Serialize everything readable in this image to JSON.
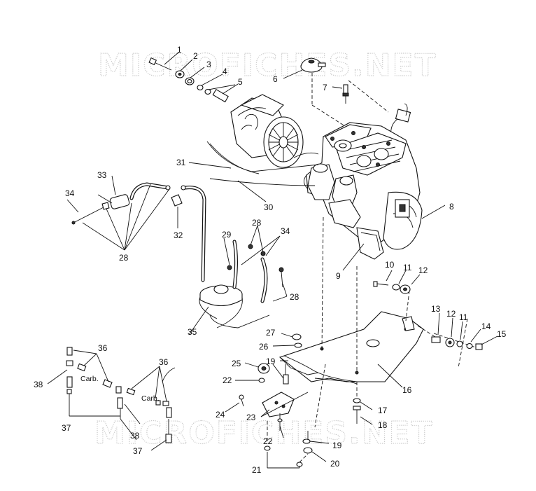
{
  "watermarks": [
    "MICROFICHES.NET",
    "MICROFICHES.NET"
  ],
  "notes": {
    "carb_1": "Carb.",
    "carb_2": "Carb."
  },
  "callouts": [
    {
      "id": "c1",
      "text": "1"
    },
    {
      "id": "c2",
      "text": "2"
    },
    {
      "id": "c3",
      "text": "3"
    },
    {
      "id": "c4",
      "text": "4"
    },
    {
      "id": "c5",
      "text": "5"
    },
    {
      "id": "c6",
      "text": "6"
    },
    {
      "id": "c7",
      "text": "7"
    },
    {
      "id": "c8",
      "text": "8"
    },
    {
      "id": "c9",
      "text": "9"
    },
    {
      "id": "c10",
      "text": "10"
    },
    {
      "id": "c11a",
      "text": "11"
    },
    {
      "id": "c12a",
      "text": "12"
    },
    {
      "id": "c13",
      "text": "13"
    },
    {
      "id": "c12b",
      "text": "12"
    },
    {
      "id": "c11b",
      "text": "11"
    },
    {
      "id": "c14",
      "text": "14"
    },
    {
      "id": "c15",
      "text": "15"
    },
    {
      "id": "c16",
      "text": "16"
    },
    {
      "id": "c17",
      "text": "17"
    },
    {
      "id": "c18",
      "text": "18"
    },
    {
      "id": "c19a",
      "text": "19"
    },
    {
      "id": "c19b",
      "text": "19"
    },
    {
      "id": "c20",
      "text": "20"
    },
    {
      "id": "c21",
      "text": "21"
    },
    {
      "id": "c22a",
      "text": "22"
    },
    {
      "id": "c22b",
      "text": "22"
    },
    {
      "id": "c23",
      "text": "23"
    },
    {
      "id": "c24",
      "text": "24"
    },
    {
      "id": "c25",
      "text": "25"
    },
    {
      "id": "c26",
      "text": "26"
    },
    {
      "id": "c27",
      "text": "27"
    },
    {
      "id": "c28a",
      "text": "28"
    },
    {
      "id": "c28b",
      "text": "28"
    },
    {
      "id": "c28c",
      "text": "28"
    },
    {
      "id": "c29",
      "text": "29"
    },
    {
      "id": "c30",
      "text": "30"
    },
    {
      "id": "c31",
      "text": "31"
    },
    {
      "id": "c32",
      "text": "32"
    },
    {
      "id": "c33",
      "text": "33"
    },
    {
      "id": "c34a",
      "text": "34"
    },
    {
      "id": "c34b",
      "text": "34"
    },
    {
      "id": "c35",
      "text": "35"
    },
    {
      "id": "c36a",
      "text": "36"
    },
    {
      "id": "c36b",
      "text": "36"
    },
    {
      "id": "c37a",
      "text": "37"
    },
    {
      "id": "c37b",
      "text": "37"
    },
    {
      "id": "c38a",
      "text": "38"
    },
    {
      "id": "c38b",
      "text": "38"
    }
  ]
}
